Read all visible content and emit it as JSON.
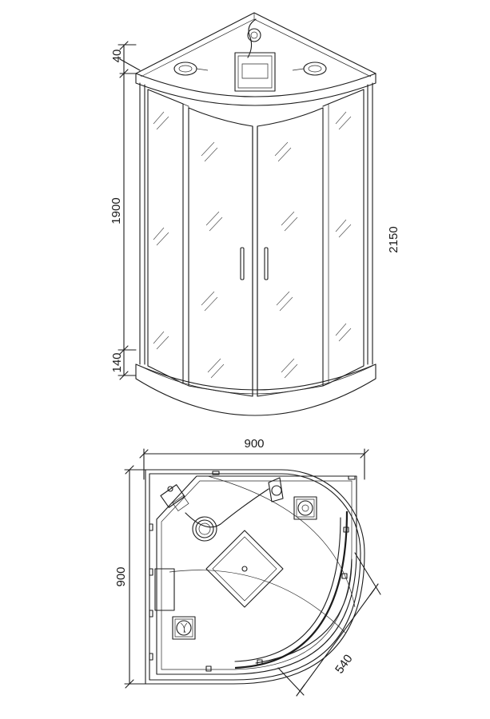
{
  "dimensions": {
    "top_gap": "40",
    "glass_height": "1900",
    "tray_height": "140",
    "total_height": "2150",
    "plan_width": "900",
    "plan_depth": "900",
    "door_opening": "540"
  }
}
